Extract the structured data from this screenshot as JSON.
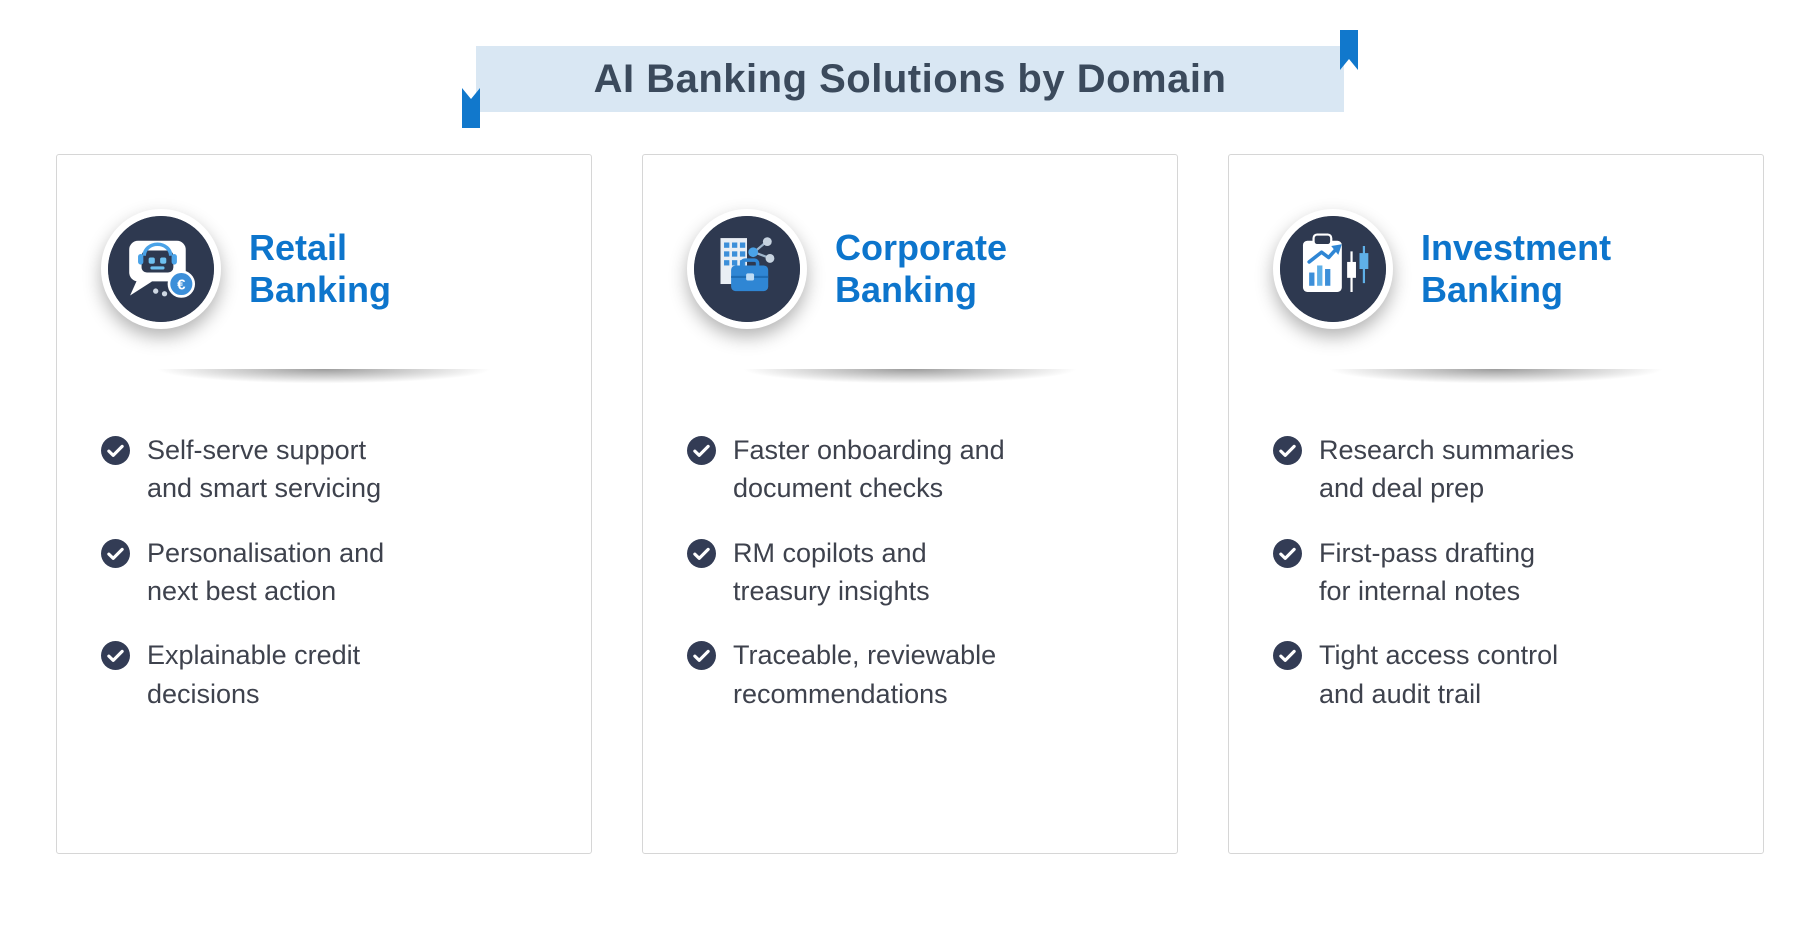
{
  "header": {
    "title": "AI Banking Solutions by Domain"
  },
  "colors": {
    "banner_bg": "#d9e7f3",
    "banner_text": "#3b4a5c",
    "accent_blue": "#1178cc",
    "card_title_blue": "#0d75cc",
    "icon_circle_bg": "#2e3950",
    "check_circle_bg": "#333c55",
    "body_text": "#3e424d",
    "card_border": "#d6d6d6"
  },
  "cards": [
    {
      "title": "Retail\nBanking",
      "icon": "chatbot-euro-icon",
      "bullets": [
        "Self-serve support\nand smart servicing",
        "Personalisation and\nnext best action",
        "Explainable credit\ndecisions"
      ]
    },
    {
      "title": "Corporate\nBanking",
      "icon": "building-briefcase-icon",
      "bullets": [
        "Faster onboarding and\ndocument checks",
        "RM copilots and\ntreasury insights",
        "Traceable, reviewable\nrecommendations"
      ]
    },
    {
      "title": "Investment\nBanking",
      "icon": "clipboard-chart-icon",
      "bullets": [
        "Research summaries\nand deal prep",
        "First-pass drafting\nfor internal notes",
        "Tight access control\nand audit trail"
      ]
    }
  ]
}
